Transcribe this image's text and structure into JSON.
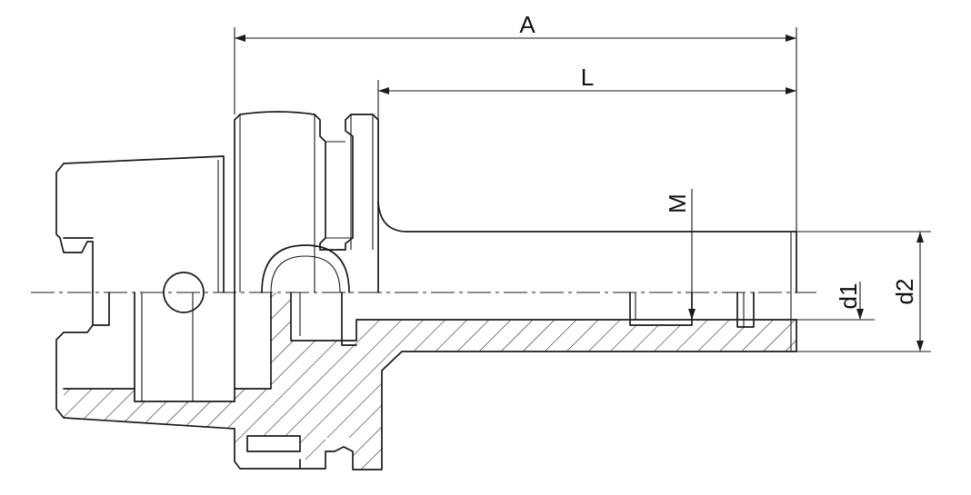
{
  "dimensions": {
    "A": "A",
    "L": "L",
    "M": "M",
    "d1": "d1",
    "d2": "d2"
  },
  "colors": {
    "line": "#1a1a1a",
    "background": "#ffffff"
  }
}
